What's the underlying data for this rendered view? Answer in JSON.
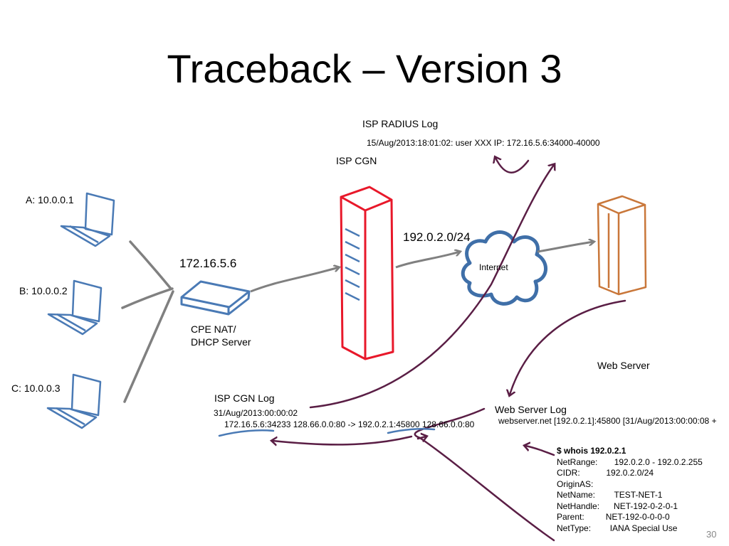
{
  "slide": {
    "title": "Traceback – Version 3",
    "number": "30"
  },
  "labels": {
    "isp_radius_log": "ISP RADIUS Log",
    "radius_entry": "15/Aug/2013:18:01:02: user XXX IP: 172.16.5.6:34000-40000",
    "isp_cgn": "ISP CGN",
    "host_a": "A: 10.0.0.1",
    "host_b": "B: 10.0.0.2",
    "host_c": "C: 10.0.0.3",
    "cpe_ip": "172.16.5.6",
    "cpe_line1": "CPE NAT/",
    "cpe_line2": "DHCP Server",
    "public_net": "192.0.2.0/24",
    "internet": "Internet",
    "web_server": "Web Server",
    "isp_cgn_log": "ISP CGN Log",
    "cgn_log_date": "31/Aug/2013:00:00:02",
    "cgn_log_entry": "172.16.5.6:34233 128.66.0.0:80 -> 192.0.2.1:45800 128.66.0.0:80",
    "web_server_log": "Web Server Log",
    "web_log_entry": "webserver.net [192.0.2.1]:45800 [31/Aug/2013:00:00:08 +"
  },
  "whois": {
    "command": "$ whois 192.0.2.1",
    "rows": [
      "NetRange:       192.0.2.0 - 192.0.2.255",
      "CIDR:           192.0.2.0/24",
      "OriginAS:",
      "NetName:        TEST-NET-1",
      "NetHandle:      NET-192-0-2-0-1",
      "Parent:         NET-192-0-0-0-0",
      "NetType:        IANA Special Use"
    ]
  },
  "colors": {
    "laptop": "#4a7ab5",
    "cgn": "#e8182a",
    "cloud": "#3f6fa8",
    "webserver": "#c9773a",
    "arrow_gray": "#808080",
    "arrow_purple": "#5a1e45"
  },
  "icons": {
    "hosts": "laptop-icon",
    "cpe": "router-icon",
    "cgn": "server-tower-icon",
    "internet": "cloud-icon",
    "web_server": "server-tower-icon"
  }
}
